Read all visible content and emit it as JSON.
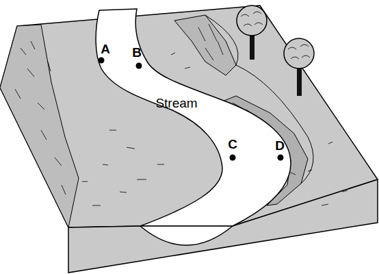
{
  "diagram": {
    "labels": [
      "A",
      "B",
      "Stream",
      "C",
      "D"
    ]
  }
}
